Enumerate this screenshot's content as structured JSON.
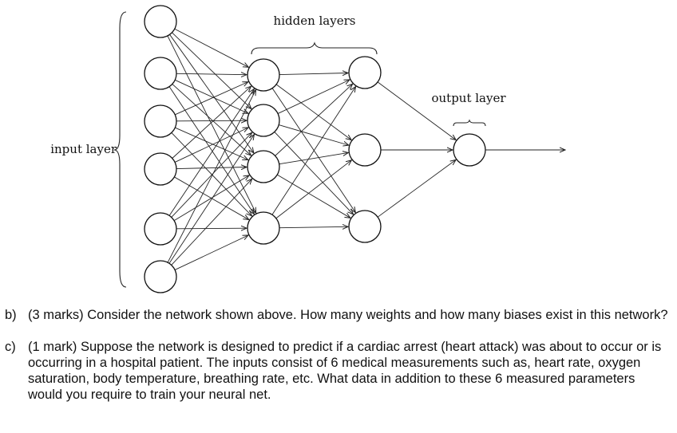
{
  "diagram": {
    "labels": {
      "input": "input layer",
      "hidden": "hidden layers",
      "output": "output layer"
    },
    "layers": [
      {
        "role": "input",
        "nodes": 6
      },
      {
        "role": "hidden",
        "nodes": 4
      },
      {
        "role": "hidden",
        "nodes": 3
      },
      {
        "role": "output",
        "nodes": 1
      }
    ]
  },
  "questions": [
    {
      "number": "b)",
      "text": "(3 marks) Consider the network shown above. How many weights and how many biases exist in this network?"
    },
    {
      "number": "c)",
      "text": "(1 mark) Suppose the network is designed to predict if a cardiac arrest (heart attack) was about to occur or is occurring in a hospital patient. The inputs consist of 6 medical measurements such as, heart rate, oxygen saturation, body temperature, breathing rate, etc. What data in addition to these 6 measured parameters would you require to train your neural net."
    }
  ]
}
